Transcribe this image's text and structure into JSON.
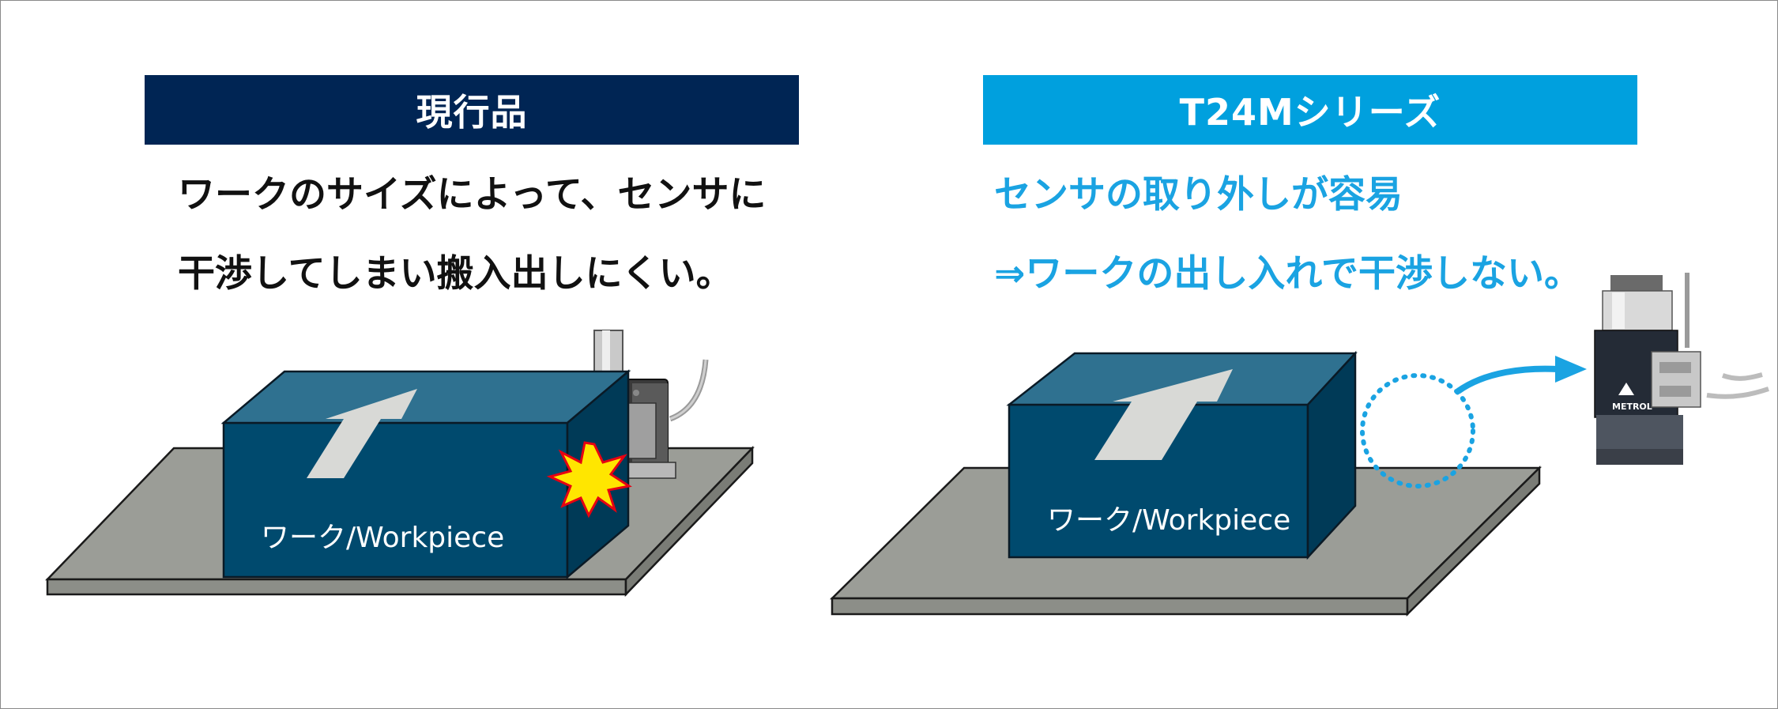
{
  "left_panel": {
    "header": "現行品",
    "lines": [
      "ワークのサイズによって、センサに",
      "干渉してしまい搬入出しにくい。"
    ],
    "workpiece_label": "ワーク/Workpiece"
  },
  "right_panel": {
    "header": "T24Mシリーズ",
    "lines": [
      "センサの取り外しが容易",
      "⇒ワークの出し入れで干渉しない。"
    ],
    "workpiece_label": "ワーク/Workpiece",
    "sensor_brand": "METROL"
  },
  "colors": {
    "dark_navy": "#002554",
    "accent_blue": "#00a0de",
    "text_blue": "#1aa3e2",
    "workpiece_front": "#004a6e",
    "workpiece_top": "#2f7190",
    "workpiece_side": "#003a57",
    "table_top": "#9b9d97",
    "collision_star": "#ffe600",
    "collision_outline": "#e60012"
  }
}
